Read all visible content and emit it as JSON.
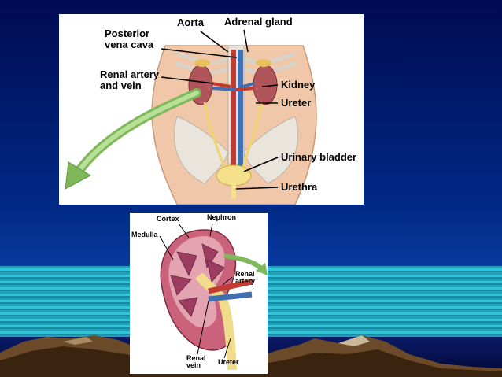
{
  "top_diagram": {
    "labels": {
      "aorta": "Aorta",
      "adrenal_gland": "Adrenal gland",
      "posterior_vena_cava": "Posterior\nvena cava",
      "renal_artery_and_vein": "Renal artery\nand vein",
      "kidney": "Kidney",
      "ureter": "Ureter",
      "urinary_bladder": "Urinary bladder",
      "urethra": "Urethra"
    }
  },
  "bottom_diagram": {
    "labels": {
      "cortex": "Cortex",
      "nephron": "Nephron",
      "medulla": "Medulla",
      "renal_artery": "Renal\nartery",
      "renal_vein": "Renal\nvein",
      "ureter": "Ureter"
    }
  },
  "colors": {
    "background_top": "#000a52",
    "sea": "#1fa0b8",
    "panel": "#ffffff",
    "arrow": "#8fc46a"
  }
}
